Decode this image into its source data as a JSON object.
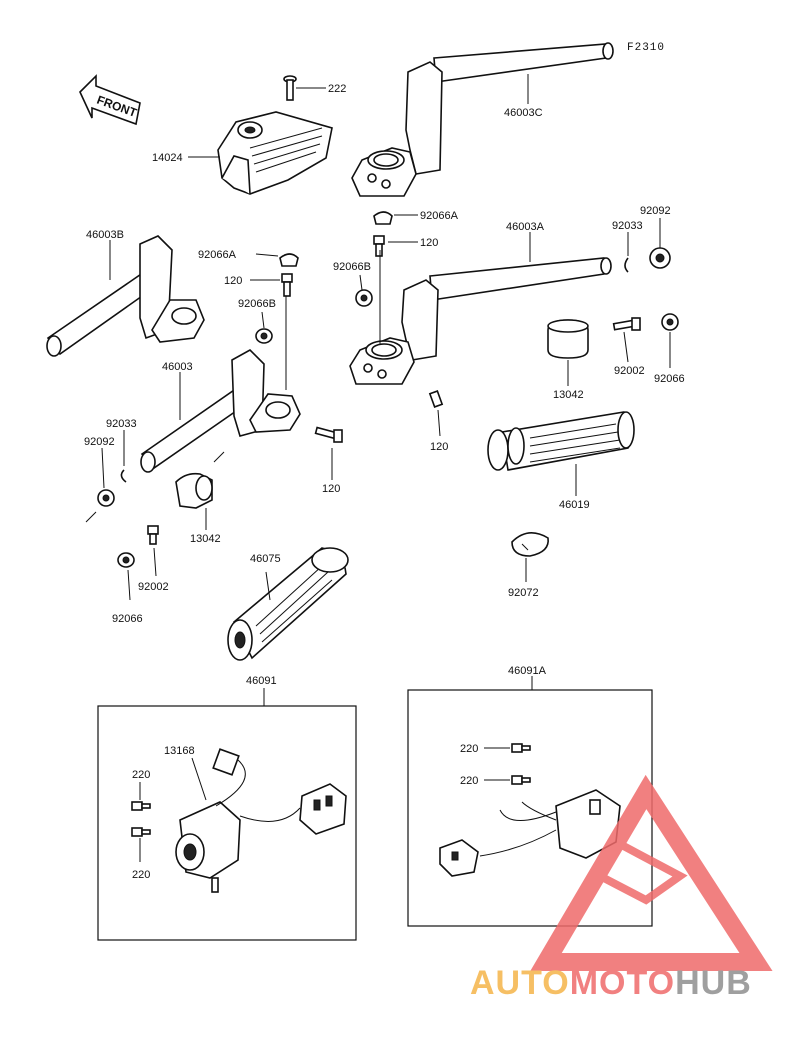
{
  "figure_code": "F2310",
  "front_arrow_label": "FRONT",
  "parts": {
    "p222": "222",
    "p14024": "14024",
    "p46003C": "46003C",
    "p46003B": "46003B",
    "p92066A_left": "92066A",
    "p120_left": "120",
    "p92066B_left": "92066B",
    "p46003": "46003",
    "p92033_left": "92033",
    "p92092_left": "92092",
    "p13042_left": "13042",
    "p92002_left": "92002",
    "p92066_left": "92066",
    "p120_bottom_left": "120",
    "p92066A_right": "92066A",
    "p120_right_top": "120",
    "p92066B_right": "92066B",
    "p46003A": "46003A",
    "p92033_right": "92033",
    "p92092_right": "92092",
    "p13042_right": "13042",
    "p92002_right": "92002",
    "p92066_right": "92066",
    "p120_right_bottom": "120",
    "p46019": "46019",
    "p46075": "46075",
    "p92072": "92072",
    "p46091": "46091",
    "p13168": "13168",
    "p220_l1": "220",
    "p220_l2": "220",
    "p46091A": "46091A",
    "p220_r1": "220",
    "p220_r2": "220"
  },
  "watermark": {
    "part1": "AUTO",
    "part2": "MOTO",
    "part3": "HUB",
    "colors": {
      "orange": "#f5b54a",
      "red": "#ef6b6b",
      "gray": "#8f8f8f"
    }
  }
}
